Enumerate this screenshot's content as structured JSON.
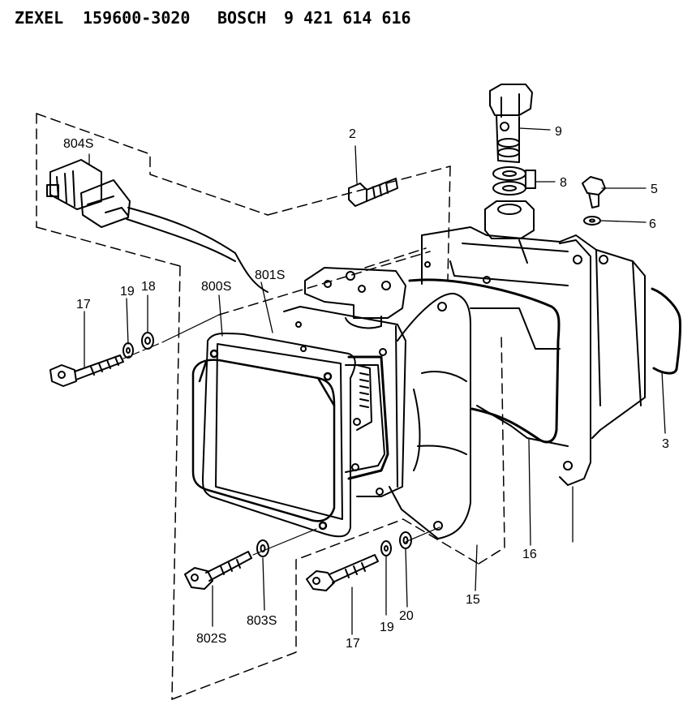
{
  "header": {
    "brand": "ZEXEL",
    "part_number": "159600-3020",
    "maker": "BOSCH",
    "maker_number": "9 421 614 616"
  },
  "callouts": {
    "c2": "2",
    "c9": "9",
    "c8": "8",
    "c5": "5",
    "c6": "6",
    "c3": "3",
    "c804s": "804S",
    "c801s": "801S",
    "c800s": "800S",
    "c17a": "17",
    "c19a": "19",
    "c18": "18",
    "c802s": "802S",
    "c803s": "803S",
    "c17b": "17",
    "c19b": "19",
    "c20": "20",
    "c15": "15",
    "c16": "16"
  },
  "colors": {
    "ink": "#000000",
    "paper": "#ffffff"
  }
}
